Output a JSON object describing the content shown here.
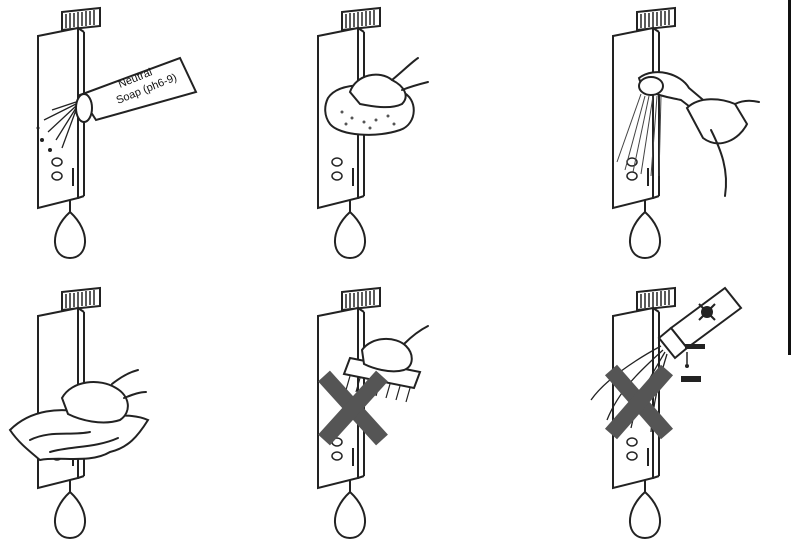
{
  "instructions": [
    {
      "id": "neutral-soap",
      "label_line1": "Neutral",
      "label_line2": "Soap (ph6-9)"
    },
    {
      "id": "sponge"
    },
    {
      "id": "rinse-shower"
    },
    {
      "id": "dry-cloth"
    },
    {
      "id": "no-brush",
      "crossed": true
    },
    {
      "id": "no-chemicals",
      "crossed": true
    }
  ],
  "colors": {
    "line": "#222222",
    "cross": "#555555",
    "background": "#ffffff"
  }
}
